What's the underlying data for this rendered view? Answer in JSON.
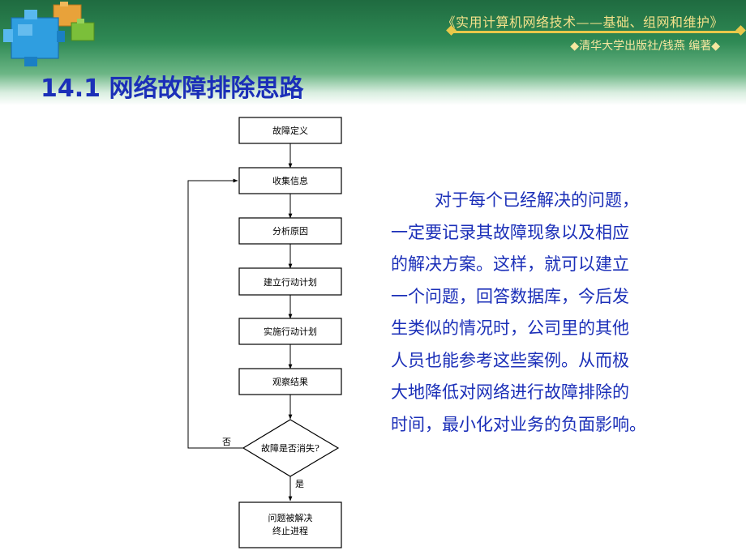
{
  "header": {
    "book_title": "《实用计算机网络技术——基础、组网和维护》",
    "publisher": "◆清华大学出版社/钱燕 编著◆"
  },
  "page_title": "14.1  网络故障排除思路",
  "flowchart": {
    "steps": [
      "故障定义",
      "收集信息",
      "分析原因",
      "建立行动计划",
      "实施行动计划",
      "观察结果"
    ],
    "decision": "故障是否消失?",
    "no_label": "否",
    "yes_label": "是",
    "end_line1": "问题被解决",
    "end_line2": "终止进程"
  },
  "body": {
    "lines": [
      "对于每个已经解决的问题，",
      "一定要记录其故障现象以及相应",
      "的解决方案。这样，就可以建立",
      "一个问题，回答数据库，今后发",
      "生类似的情况时，公司里的其他",
      "人员也能参考这些案例。从而极",
      "大地降低对网络进行故障排除的",
      "时间，最小化对业务的负面影响。"
    ]
  },
  "colors": {
    "header_green": "#2f8a55",
    "title_blue": "#1b2fb8",
    "gold": "#e9c84a"
  }
}
